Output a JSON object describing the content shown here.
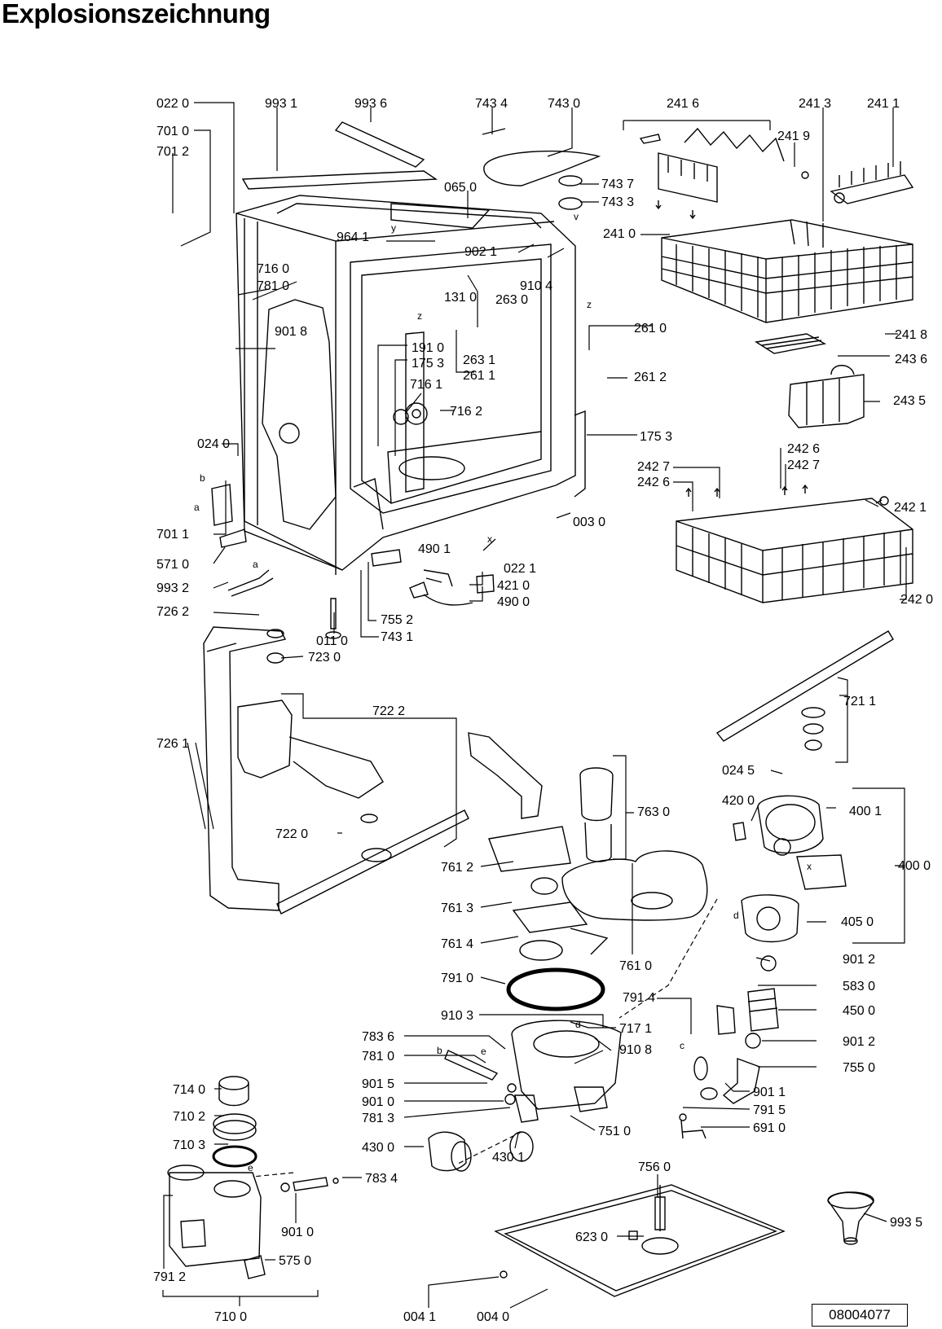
{
  "title": "Explosionszeichnung",
  "doc_number": "08004077",
  "labels": {
    "l0220": "022 0",
    "l9931": "993 1",
    "l9936": "993 6",
    "l7434": "743 4",
    "l7430": "743 0",
    "l2416": "241 6",
    "l2413": "241 3",
    "l2411": "241 1",
    "l2419": "241 9",
    "l7010": "701 0",
    "l7012": "701 2",
    "l0650": "065 0",
    "l7437": "743 7",
    "l7433": "743 3",
    "l2410": "241 0",
    "l9641": "964 1",
    "l9021": "902 1",
    "l9104": "910 4",
    "l7160": "716 0",
    "l7810a": "781 0",
    "l1310": "131 0",
    "l2630": "263 0",
    "l9018": "901 8",
    "l2610": "261 0",
    "l2418": "241 8",
    "l1910": "191 0",
    "l1753a": "175 3",
    "l2631": "263 1",
    "l2611": "261 1",
    "l2612": "261 2",
    "l2436": "243 6",
    "l7161": "716 1",
    "l7162": "716 2",
    "l2435": "243 5",
    "l1753b": "175 3",
    "l0240": "024 0",
    "l2426a": "242 6",
    "l2427a": "242 7",
    "l2427b": "242 7",
    "l2426b": "242 6",
    "l2421": "242 1",
    "l0030": "003 0",
    "l7011": "701 1",
    "l4901": "490 1",
    "l0221": "022 1",
    "l5710": "571 0",
    "l4210": "421 0",
    "l9932": "993 2",
    "l4900": "490 0",
    "l2420": "242 0",
    "l7262": "726 2",
    "l7552": "755 2",
    "l0110": "011 0",
    "l7431": "743 1",
    "l7230": "723 0",
    "l7222": "722 2",
    "l7211": "721 1",
    "l7261": "726 1",
    "l0245": "024 5",
    "l4200": "420 0",
    "l4001": "400 1",
    "l7630": "763 0",
    "l7220": "722 0",
    "l4000": "400 0",
    "l7612": "761 2",
    "l7613": "761 3",
    "l4050": "405 0",
    "l7614": "761 4",
    "l7610": "761 0",
    "l9012a": "901 2",
    "l7910": "791 0",
    "l7914": "791 4",
    "l5830": "583 0",
    "l9103": "910 3",
    "l4500": "450 0",
    "l7171": "717 1",
    "l7836": "783 6",
    "l9108": "910 8",
    "l9012b": "901 2",
    "l7810b": "781 0",
    "l7550": "755 0",
    "l9015": "901 5",
    "l9011": "901 1",
    "l9010a": "901 0",
    "l7915": "791 5",
    "l7140": "714 0",
    "l7813": "781 3",
    "l6910": "691 0",
    "l7102": "710 2",
    "l7510": "751 0",
    "l7103": "710 3",
    "l4300": "430 0",
    "l4301": "430 1",
    "l7834": "783 4",
    "l7560": "756 0",
    "l9935": "993 5",
    "l9010b": "901 0",
    "l6230": "623 0",
    "l7912": "791 2",
    "l5750": "575 0",
    "l0041": "004 1",
    "l0040": "004 0",
    "l7100": "710 0"
  },
  "letters": {
    "z1": "z",
    "z2": "z",
    "y": "y",
    "v": "v",
    "x1": "x",
    "x2": "x",
    "a1": "a",
    "a2": "a",
    "b1": "b",
    "b2": "b",
    "c": "c",
    "d1": "d",
    "d2": "d",
    "e1": "e",
    "e2": "e"
  }
}
